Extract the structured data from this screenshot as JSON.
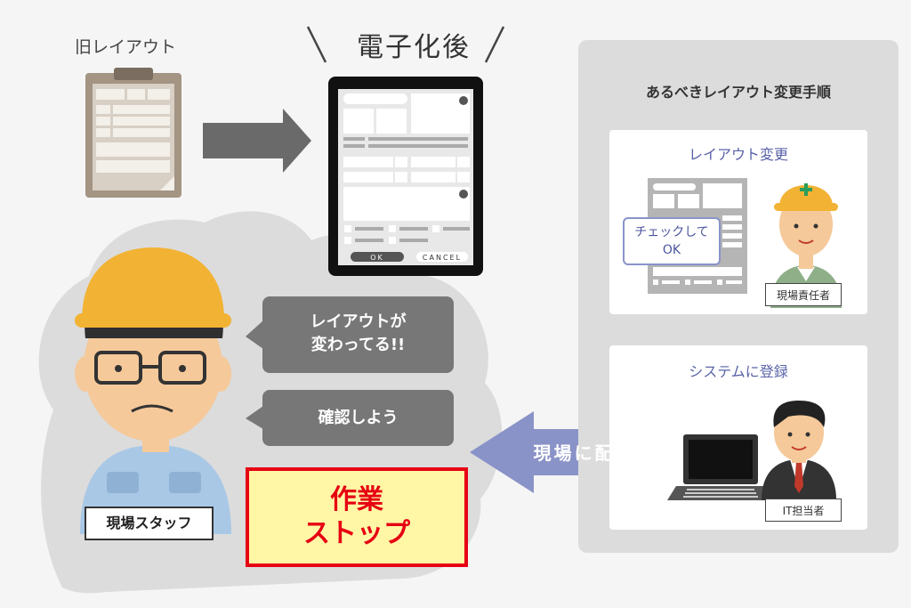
{
  "old_layout_label": "旧レイアウト",
  "after_digitization_title": "電子化後",
  "tablet": {
    "ok_button": "OK",
    "cancel_button": "CANCEL"
  },
  "panel": {
    "title": "あるべきレイアウト変更手順",
    "step1": {
      "title": "レイアウト変更",
      "check_line1": "チェックして",
      "check_line2": "OK",
      "role": "現場責任者"
    },
    "step2": {
      "title": "システムに登録",
      "role": "IT担当者"
    }
  },
  "distribute_label": "現場に配信",
  "speech": {
    "bubble1_line1": "レイアウトが",
    "bubble1_line2": "変わってる!!",
    "bubble2": "確認しよう"
  },
  "stop": {
    "line1": "作業",
    "line2": "ストップ"
  },
  "staff_label": "現場スタッフ",
  "colors": {
    "accent_blue": "#5a63a8",
    "stop_red": "#e60012",
    "stop_fill": "#fff7a6",
    "helmet": "#f2b233"
  }
}
